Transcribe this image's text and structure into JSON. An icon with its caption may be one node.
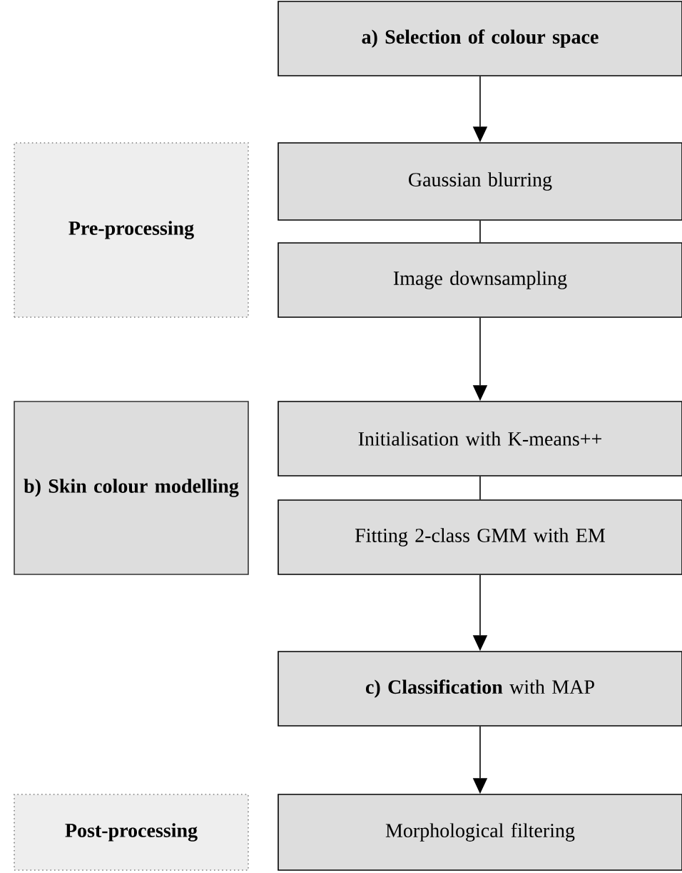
{
  "diagram": {
    "nodes": [
      {
        "text": [
          "a) Selection of colour space"
        ]
      },
      {
        "text": [
          "Pre-processing"
        ]
      },
      {
        "text": [
          "Gaussian blurring"
        ]
      },
      {
        "text": [
          "Image downsampling"
        ]
      },
      {
        "text": [
          "b) Skin colour modelling"
        ]
      },
      {
        "text": [
          "Initialisation with K-means++"
        ]
      },
      {
        "text": [
          "Fitting 2-class GMM with EM"
        ]
      },
      {
        "text": [
          "**c) Classification** with MAP"
        ]
      },
      {
        "text": [
          "Post-processing"
        ]
      },
      {
        "text": [
          "Morphological filtering"
        ]
      }
    ],
    "edges": [
      {
        "from": 0,
        "to": 2,
        "arrow": "to"
      },
      {
        "from": 2,
        "to": 3,
        "arrow": "none"
      },
      {
        "from": 3,
        "to": 5,
        "arrow": "to"
      },
      {
        "from": 5,
        "to": 6,
        "arrow": "none"
      },
      {
        "from": 6,
        "to": 7,
        "arrow": "to"
      },
      {
        "from": 7,
        "to": 9,
        "arrow": "to"
      }
    ]
  }
}
